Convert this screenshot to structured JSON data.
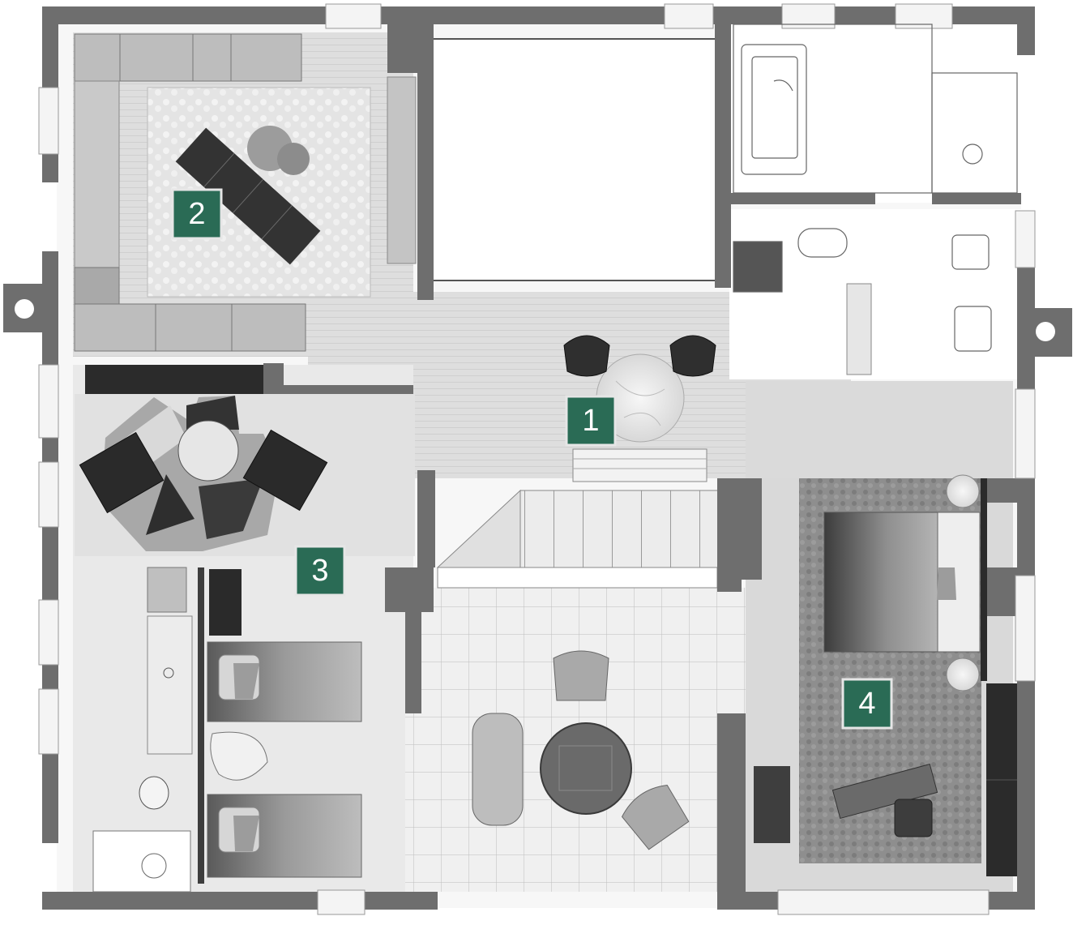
{
  "plan": {
    "colors": {
      "wall": "#6e6e6e",
      "floor": "#dcdcdc",
      "floor_light": "#e8e8e8",
      "carpet_dark": "#8a8a8a",
      "furniture_dark": "#2e2e2e",
      "badge": "#2a6b55",
      "badge_text": "#ffffff",
      "badge_border": "#e6e6e6"
    },
    "rooms": [
      {
        "id": "room-1",
        "label": "1"
      },
      {
        "id": "room-2",
        "label": "2"
      },
      {
        "id": "room-3",
        "label": "3"
      },
      {
        "id": "room-4",
        "label": "4"
      }
    ]
  }
}
